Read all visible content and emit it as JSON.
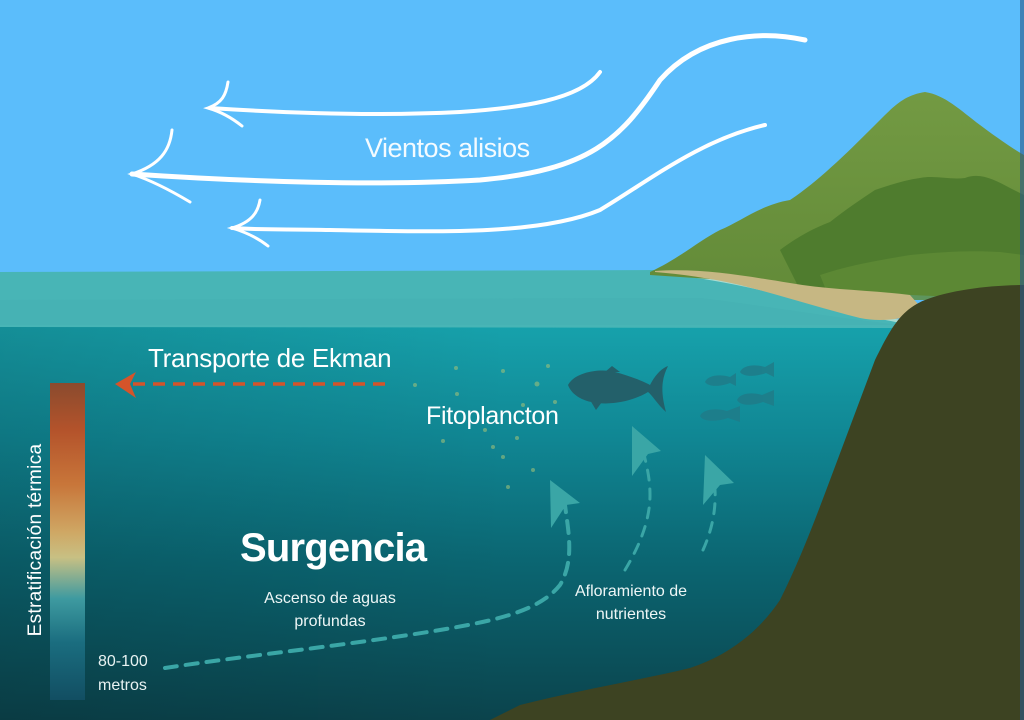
{
  "diagram": {
    "title": "Surgencia",
    "subtitle": "Ascenso de aguas profundas",
    "labels": {
      "trade_winds": "Vientos alisios",
      "ekman_transport": "Transporte de Ekman",
      "phytoplankton": "Fitoplancton",
      "upwelling": "Surgencia",
      "upwelling_desc_line1": "Ascenso de aguas",
      "upwelling_desc_line2": "profundas",
      "nutrients_line1": "Afloramiento de",
      "nutrients_line2": "nutrientes",
      "thermal_stratification": "Estratificación térmica",
      "depth_line1": "80-100",
      "depth_line2": "metros"
    },
    "colors": {
      "sky": "#5bbdfb",
      "surface_water": "#48b5b6",
      "upper_ocean": "#16a0aa",
      "mid_ocean": "#0c6f7c",
      "deep_ocean": "#0a4a55",
      "seabed": "#3d4322",
      "mountain": "#6c923d",
      "forest": "#4d7a2c",
      "beach": "#c6b783",
      "ekman_arrow": "#d4542a",
      "upwelling_arrow": "#3aa6a6",
      "wind_arrow": "#ffffff"
    },
    "icons": [
      "wind-arrow",
      "ekman-arrow",
      "upwelling-arrow",
      "fish",
      "fish-school",
      "phytoplankton",
      "mountain",
      "beach",
      "seabed",
      "stratification-bar"
    ]
  }
}
